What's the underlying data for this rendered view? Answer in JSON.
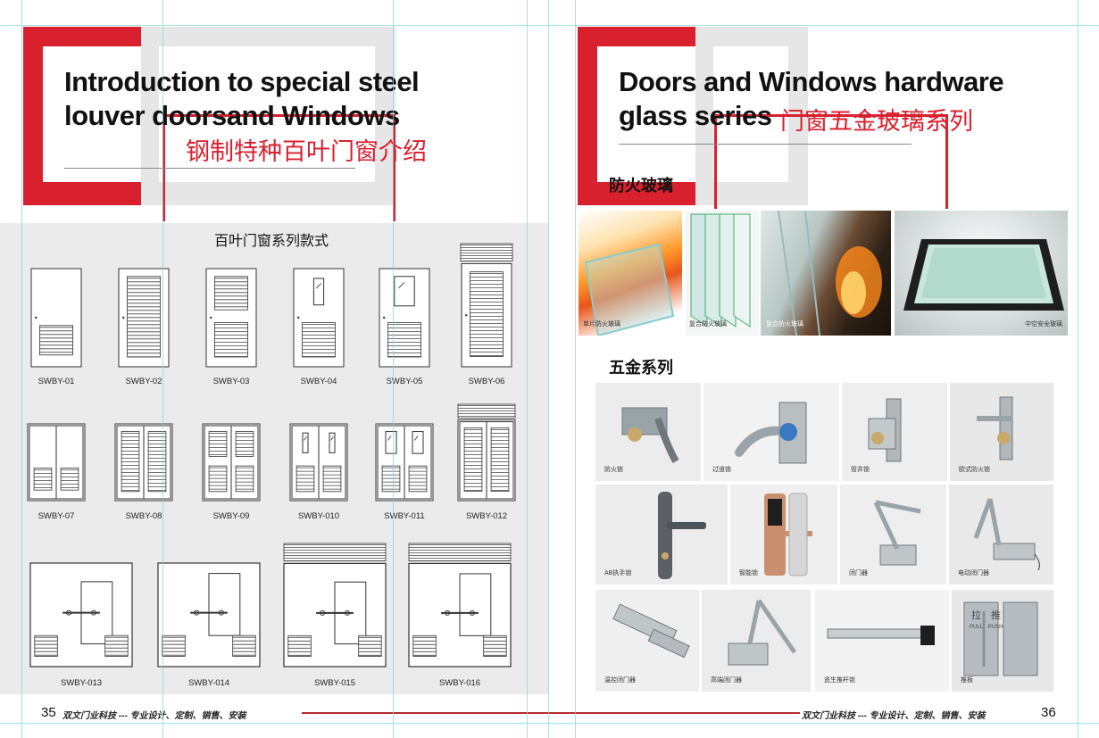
{
  "left": {
    "title_en_line1": "Introduction to special steel",
    "title_en_line2": "louver doorsand Windows",
    "title_cn": "钢制特种百叶门窗介绍",
    "panel_title": "百叶门窗系列款式",
    "doors": [
      {
        "label": "SWBY-01",
        "variant": "single-bottom"
      },
      {
        "label": "SWBY-02",
        "variant": "single-full"
      },
      {
        "label": "SWBY-03",
        "variant": "single-split"
      },
      {
        "label": "SWBY-04",
        "variant": "single-window-slim"
      },
      {
        "label": "SWBY-05",
        "variant": "single-window-wide"
      },
      {
        "label": "SWBY-06",
        "variant": "single-full-top"
      },
      {
        "label": "SWBY-07",
        "variant": "double-bottom"
      },
      {
        "label": "SWBY-08",
        "variant": "double-full"
      },
      {
        "label": "SWBY-09",
        "variant": "double-split"
      },
      {
        "label": "SWBY-010",
        "variant": "double-window-slim"
      },
      {
        "label": "SWBY-011",
        "variant": "double-window-wide"
      },
      {
        "label": "SWBY-012",
        "variant": "double-full-top"
      },
      {
        "label": "SWBY-013",
        "variant": "wide-a"
      },
      {
        "label": "SWBY-014",
        "variant": "wide-b"
      },
      {
        "label": "SWBY-015",
        "variant": "wide-a-top"
      },
      {
        "label": "SWBY-016",
        "variant": "wide-b-top"
      }
    ],
    "page_number": "35",
    "footer": "双文门业科技 --- 专业设计、定制、销售、安装"
  },
  "right": {
    "title_en_line1": "Doors and Windows hardware",
    "title_en_line2": "glass series",
    "title_cn": "门窗五金玻璃系列",
    "glass_title": "防火玻璃",
    "glass": [
      {
        "caption": "单片防火玻璃"
      },
      {
        "caption": "复合防火玻璃"
      },
      {
        "caption": "复合防火玻璃"
      },
      {
        "caption": "中空安全玻璃"
      }
    ],
    "hardware_title": "五金系列",
    "hardware": [
      {
        "caption": "防火锁"
      },
      {
        "caption": "过道锁"
      },
      {
        "caption": "管井锁"
      },
      {
        "caption": "欧式防火锁"
      },
      {
        "caption": "AB执手锁"
      },
      {
        "caption": "智能锁"
      },
      {
        "caption": "闭门器"
      },
      {
        "caption": "电动闭门器"
      },
      {
        "caption": "温控闭门器"
      },
      {
        "caption": "高端闭门器"
      },
      {
        "caption": "逃生推杆锁"
      },
      {
        "caption": "推板"
      }
    ],
    "push_plate_cn": "拉　推",
    "push_plate_en": "PULL　PUSH",
    "page_number": "36",
    "footer": "双文门业科技 --- 专业设计、定制、销售、安装"
  },
  "colors": {
    "accent": "#d8202f",
    "panel": "#ebebeb",
    "guide": "#7fd6dc"
  }
}
